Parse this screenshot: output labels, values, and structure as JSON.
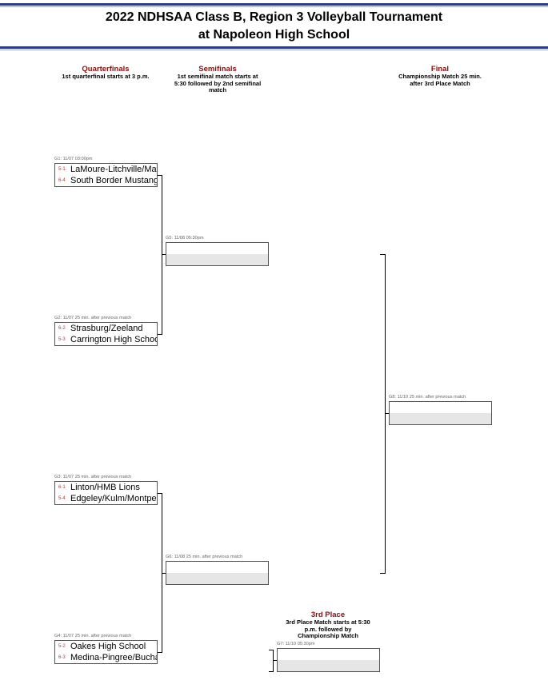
{
  "header": {
    "title_line1": "2022 NDHSAA Class B, Region 3 Volleyball Tournament",
    "title_line2": "at Napoleon High School"
  },
  "rounds": {
    "quarterfinals": {
      "title": "Quarterfinals",
      "subtitle": "1st quarterfinal starts at 3 p.m."
    },
    "semifinals": {
      "title": "Semifinals",
      "subtitle_l1": "1st semifinal match starts at",
      "subtitle_l2": "5:30 followed by 2nd semifinal",
      "subtitle_l3": "match"
    },
    "final": {
      "title": "Final",
      "subtitle_l1": "Championship Match 25 min.",
      "subtitle_l2": "after 3rd Place Match"
    },
    "third_place": {
      "title": "3rd Place",
      "subtitle_l1": "3rd Place Match starts at 5:30",
      "subtitle_l2": "p.m. followed by",
      "subtitle_l3": "Championship Match"
    }
  },
  "matches": {
    "g1": {
      "label": "G1: 11/07 03:00pm",
      "team1": {
        "seed": "5-1",
        "name": "LaMoure-Litchville/Marion"
      },
      "team2": {
        "seed": "6-4",
        "name": "South Border Mustangs"
      }
    },
    "g2": {
      "label": "G2: 11/07 25 min. after previous match",
      "team1": {
        "seed": "6-2",
        "name": "Strasburg/Zeeland"
      },
      "team2": {
        "seed": "5-3",
        "name": "Carrington High School"
      }
    },
    "g3": {
      "label": "G3: 11/07 25 min. after previous match",
      "team1": {
        "seed": "6-1",
        "name": "Linton/HMB Lions"
      },
      "team2": {
        "seed": "5-4",
        "name": "Edgeley/Kulm/Montpelier"
      }
    },
    "g4": {
      "label": "G4: 11/07 25 min. after previous match",
      "team1": {
        "seed": "5-2",
        "name": "Oakes High School"
      },
      "team2": {
        "seed": "6-3",
        "name": "Medina-Pingree/Buchanan"
      }
    },
    "g5": {
      "label": "G5: 11/08 05:30pm"
    },
    "g6": {
      "label": "G6: 11/08 25 min. after previous match"
    },
    "g7": {
      "label": "G7: 11/10 05:30pm"
    },
    "g8": {
      "label": "G8: 11/10 25 min. after previous match"
    }
  }
}
